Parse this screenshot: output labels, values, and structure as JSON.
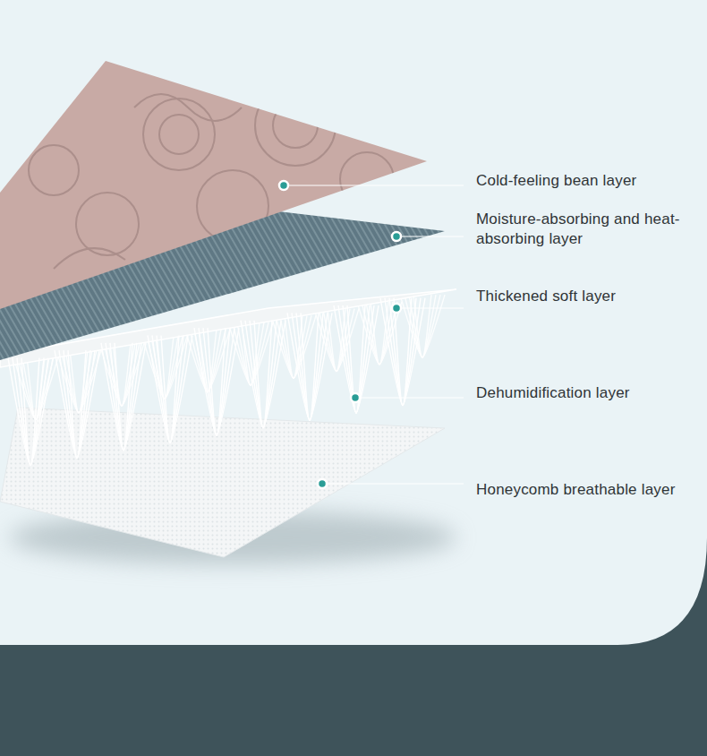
{
  "diagram": {
    "labels": [
      "Cold-feeling bean layer",
      "Moisture-absorbing and heat-absorbing layer",
      "Thickened soft layer",
      "Dehumidification layer",
      "Honeycomb breathable layer"
    ]
  }
}
